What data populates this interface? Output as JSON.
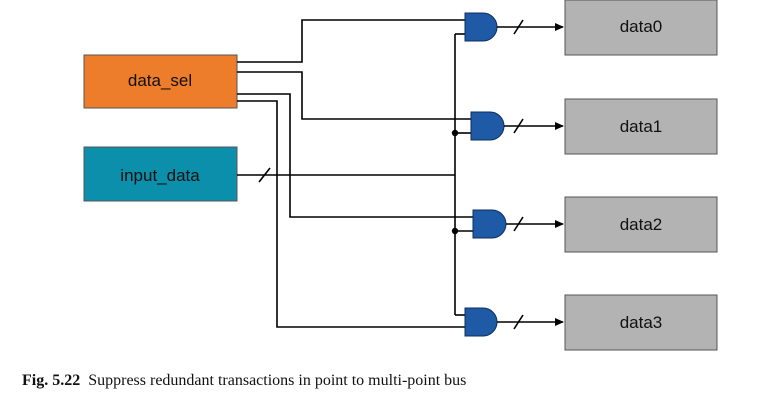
{
  "blocks": {
    "data_sel": {
      "label": "data_sel",
      "fill": "#ee7d2b"
    },
    "input_data": {
      "label": "input_data",
      "fill": "#0b8fab"
    },
    "outputs": [
      {
        "label": "data0",
        "fill": "#b3b3b3"
      },
      {
        "label": "data1",
        "fill": "#b3b3b3"
      },
      {
        "label": "data2",
        "fill": "#b3b3b3"
      },
      {
        "label": "data3",
        "fill": "#b3b3b3"
      }
    ]
  },
  "gate_color": "#1f5aa6",
  "caption": {
    "figure": "Fig. 5.22",
    "text": "Suppress redundant transactions in point to multi-point bus"
  }
}
